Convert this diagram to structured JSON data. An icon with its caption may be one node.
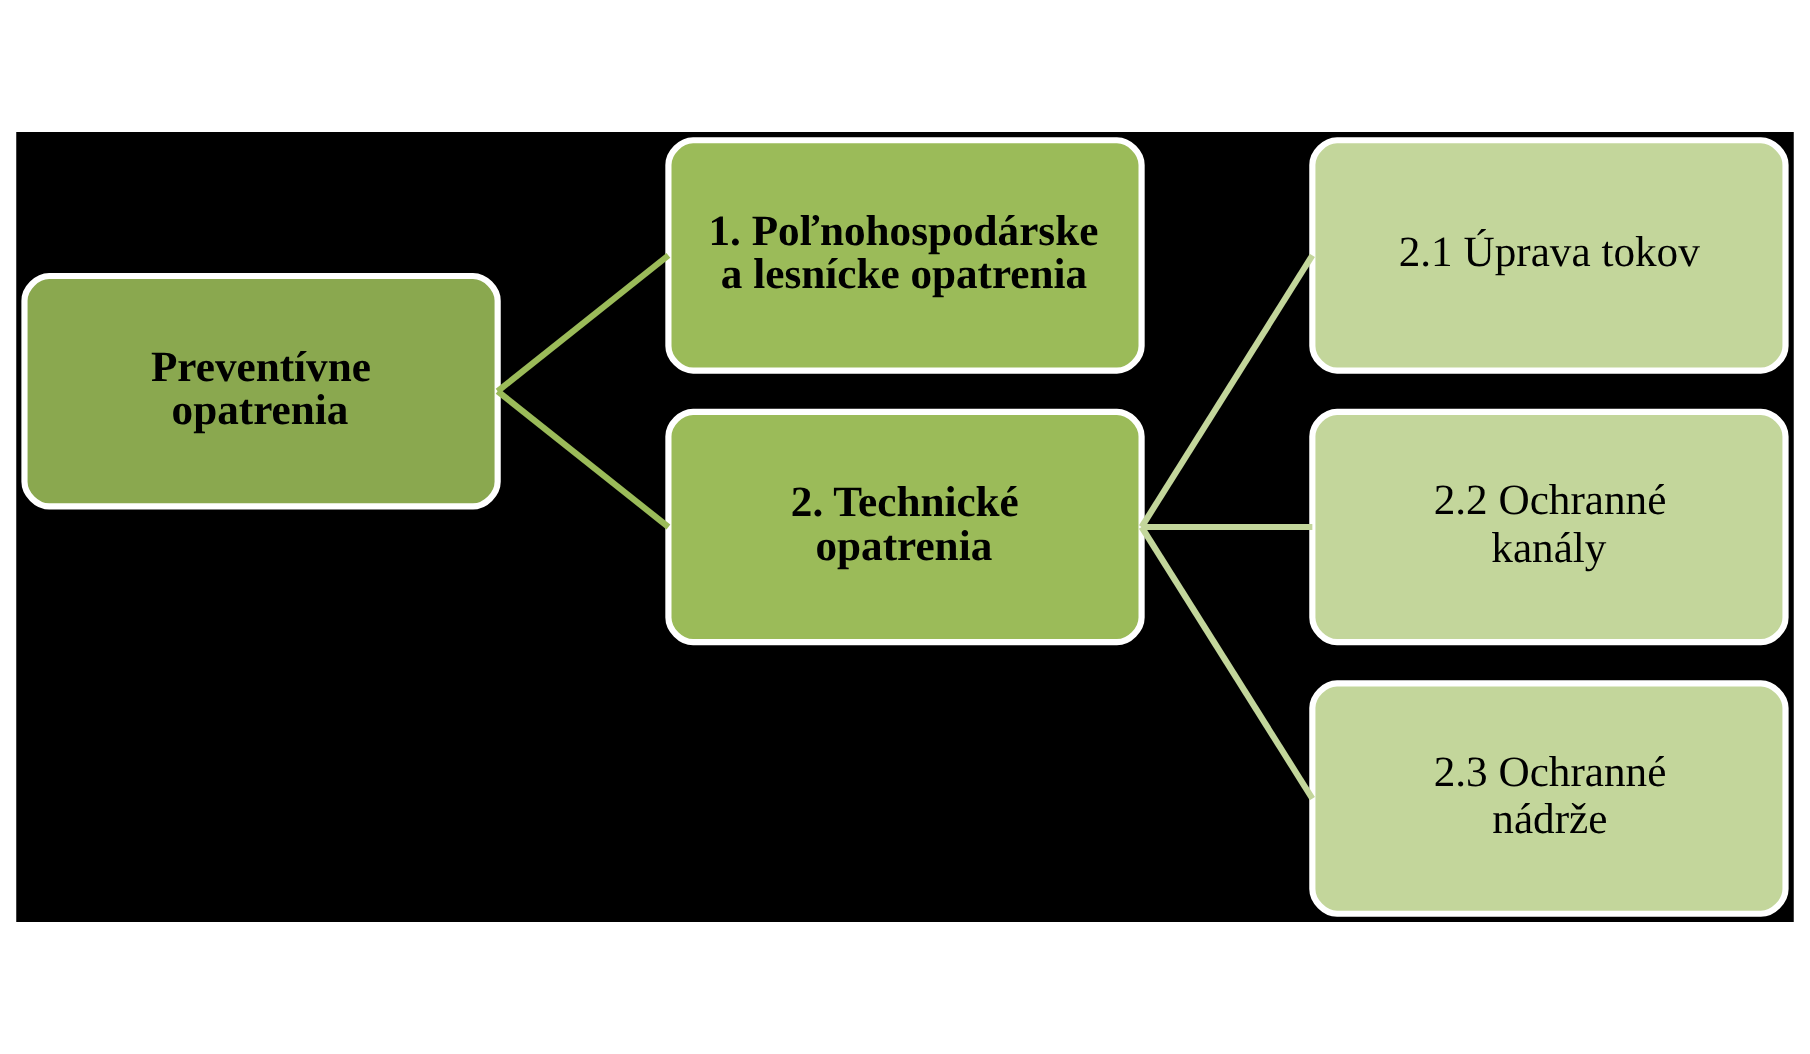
{
  "diagram": {
    "nodes": [
      {
        "text": [
          "Preventívne opatrenia"
        ]
      },
      {
        "text": [
          "1. Poľnohospodárske a lesnícke opatrenia"
        ]
      },
      {
        "text": [
          "2. Technické opatrenia"
        ]
      },
      {
        "text": [
          "2.1 Úprava tokov"
        ]
      },
      {
        "text": [
          "2.2 Ochranné kanály"
        ]
      },
      {
        "text": [
          "2.3 Ochranné nádrže"
        ]
      }
    ],
    "edges": [
      {
        "from": 0,
        "to": 1,
        "arrow": "none",
        "color": "#9bbb59"
      },
      {
        "from": 0,
        "to": 2,
        "arrow": "none",
        "color": "#9bbb59"
      },
      {
        "from": 2,
        "to": 3,
        "arrow": "none"
      },
      {
        "from": 2,
        "to": 4,
        "arrow": "none"
      },
      {
        "from": 2,
        "to": 5,
        "arrow": "none"
      }
    ]
  }
}
